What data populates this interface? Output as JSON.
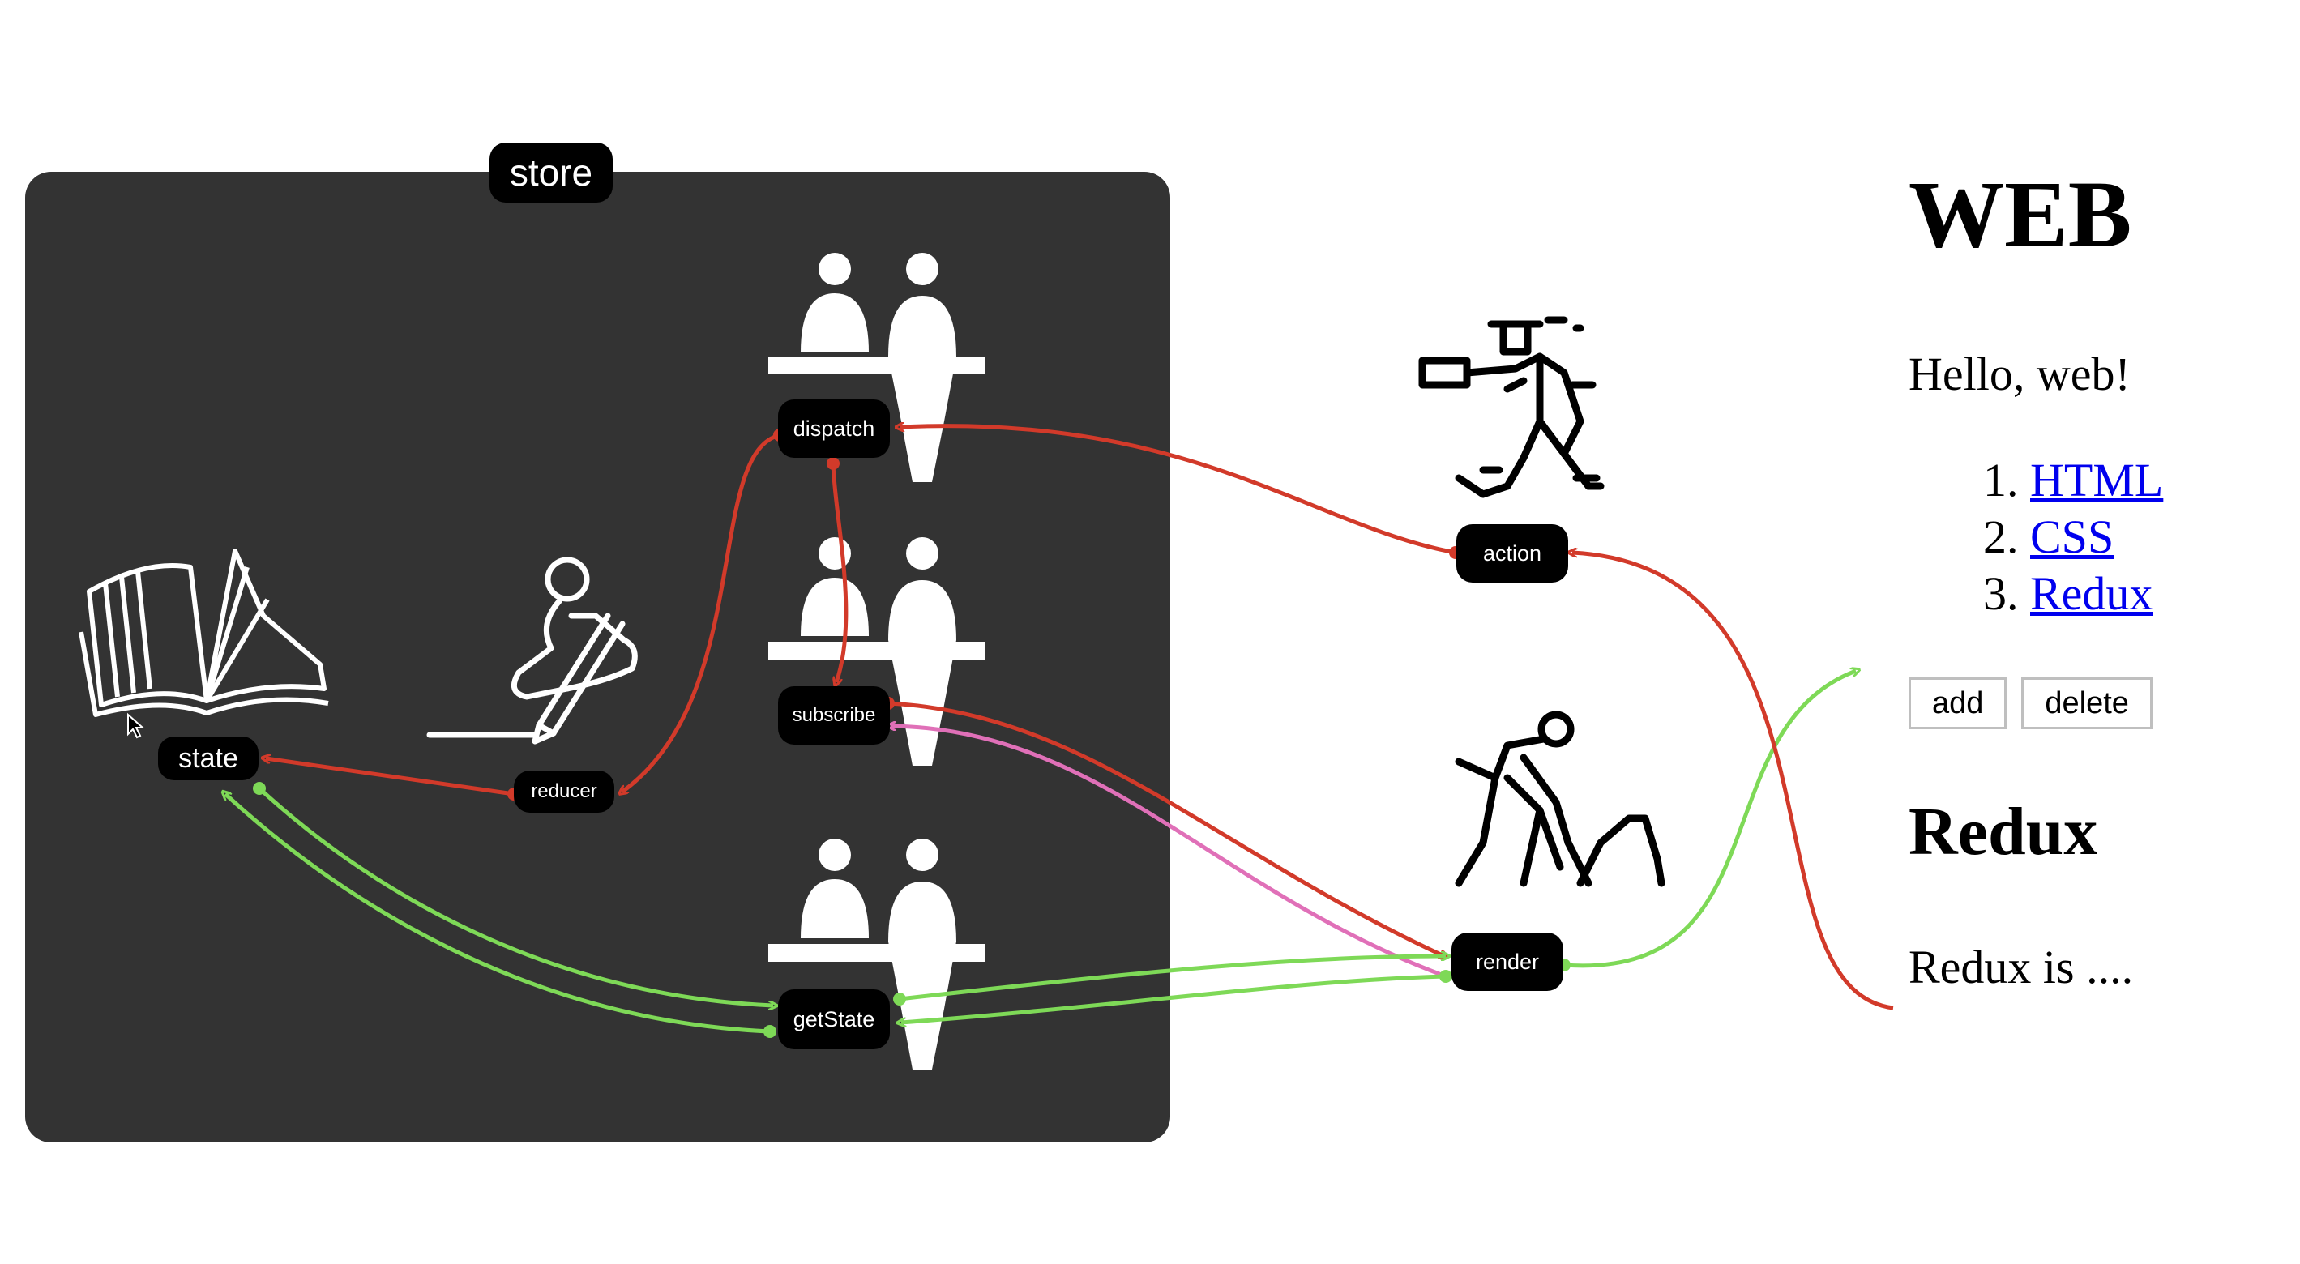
{
  "colors": {
    "store_bg": "#333333",
    "pill_bg": "#000000",
    "red_arrow": "#d23a2a",
    "green_arrow": "#7ed957",
    "pink_arrow": "#e070b8",
    "link": "#0000ee"
  },
  "diagram": {
    "labels": {
      "store": "store",
      "state": "state",
      "reducer": "reducer",
      "dispatch": "dispatch",
      "subscribe": "subscribe",
      "getState": "getState",
      "action": "action",
      "render": "render"
    },
    "icons": [
      "book-icon",
      "writer-icon",
      "counter-clerk-icon",
      "delivery-courier-icon",
      "worker-shovel-icon",
      "cursor-icon"
    ]
  },
  "web_page": {
    "title": "WEB",
    "greeting": "Hello, web!",
    "list": [
      {
        "num": "1.",
        "text": "HTML"
      },
      {
        "num": "2.",
        "text": "CSS"
      },
      {
        "num": "3.",
        "text": "Redux"
      }
    ],
    "buttons": {
      "add": "add",
      "delete": "delete"
    },
    "section_title": "Redux",
    "section_text": "Redux is ...."
  }
}
